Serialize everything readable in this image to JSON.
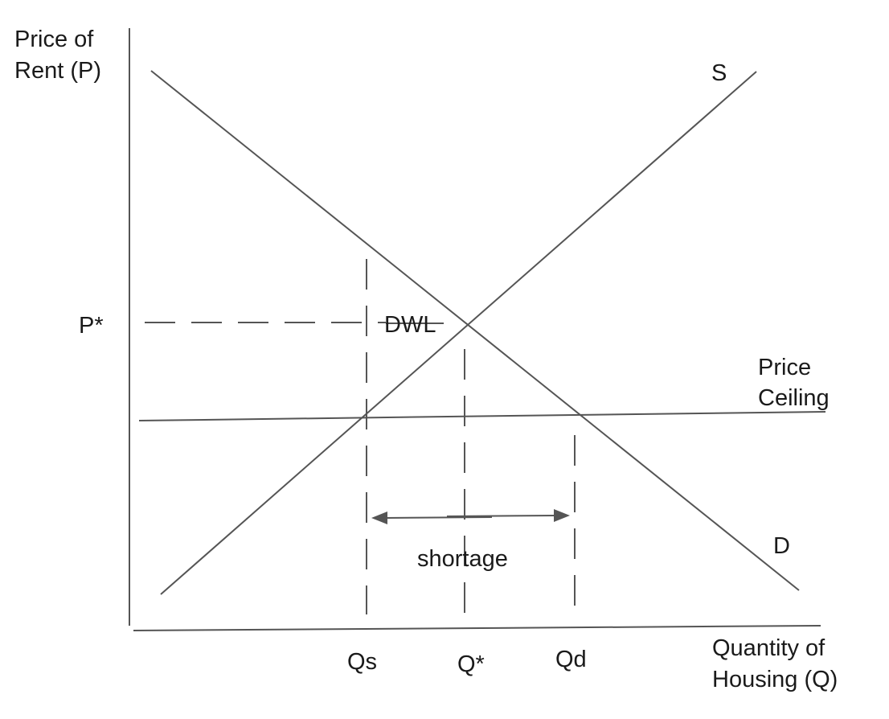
{
  "axes": {
    "y_label_line1": "Price of",
    "y_label_line2": "Rent (P)",
    "x_label_line1": "Quantity of",
    "x_label_line2": "Housing (Q)"
  },
  "curves": {
    "supply_label": "S",
    "demand_label": "D",
    "ceiling_label_line1": "Price",
    "ceiling_label_line2": "Ceiling"
  },
  "markers": {
    "p_star": "P*",
    "q_s": "Qs",
    "q_star": "Q*",
    "q_d": "Qd",
    "dwl": "DWL",
    "shortage": "shortage"
  },
  "colors": {
    "line": "#555555",
    "text": "#1a1a1a"
  }
}
